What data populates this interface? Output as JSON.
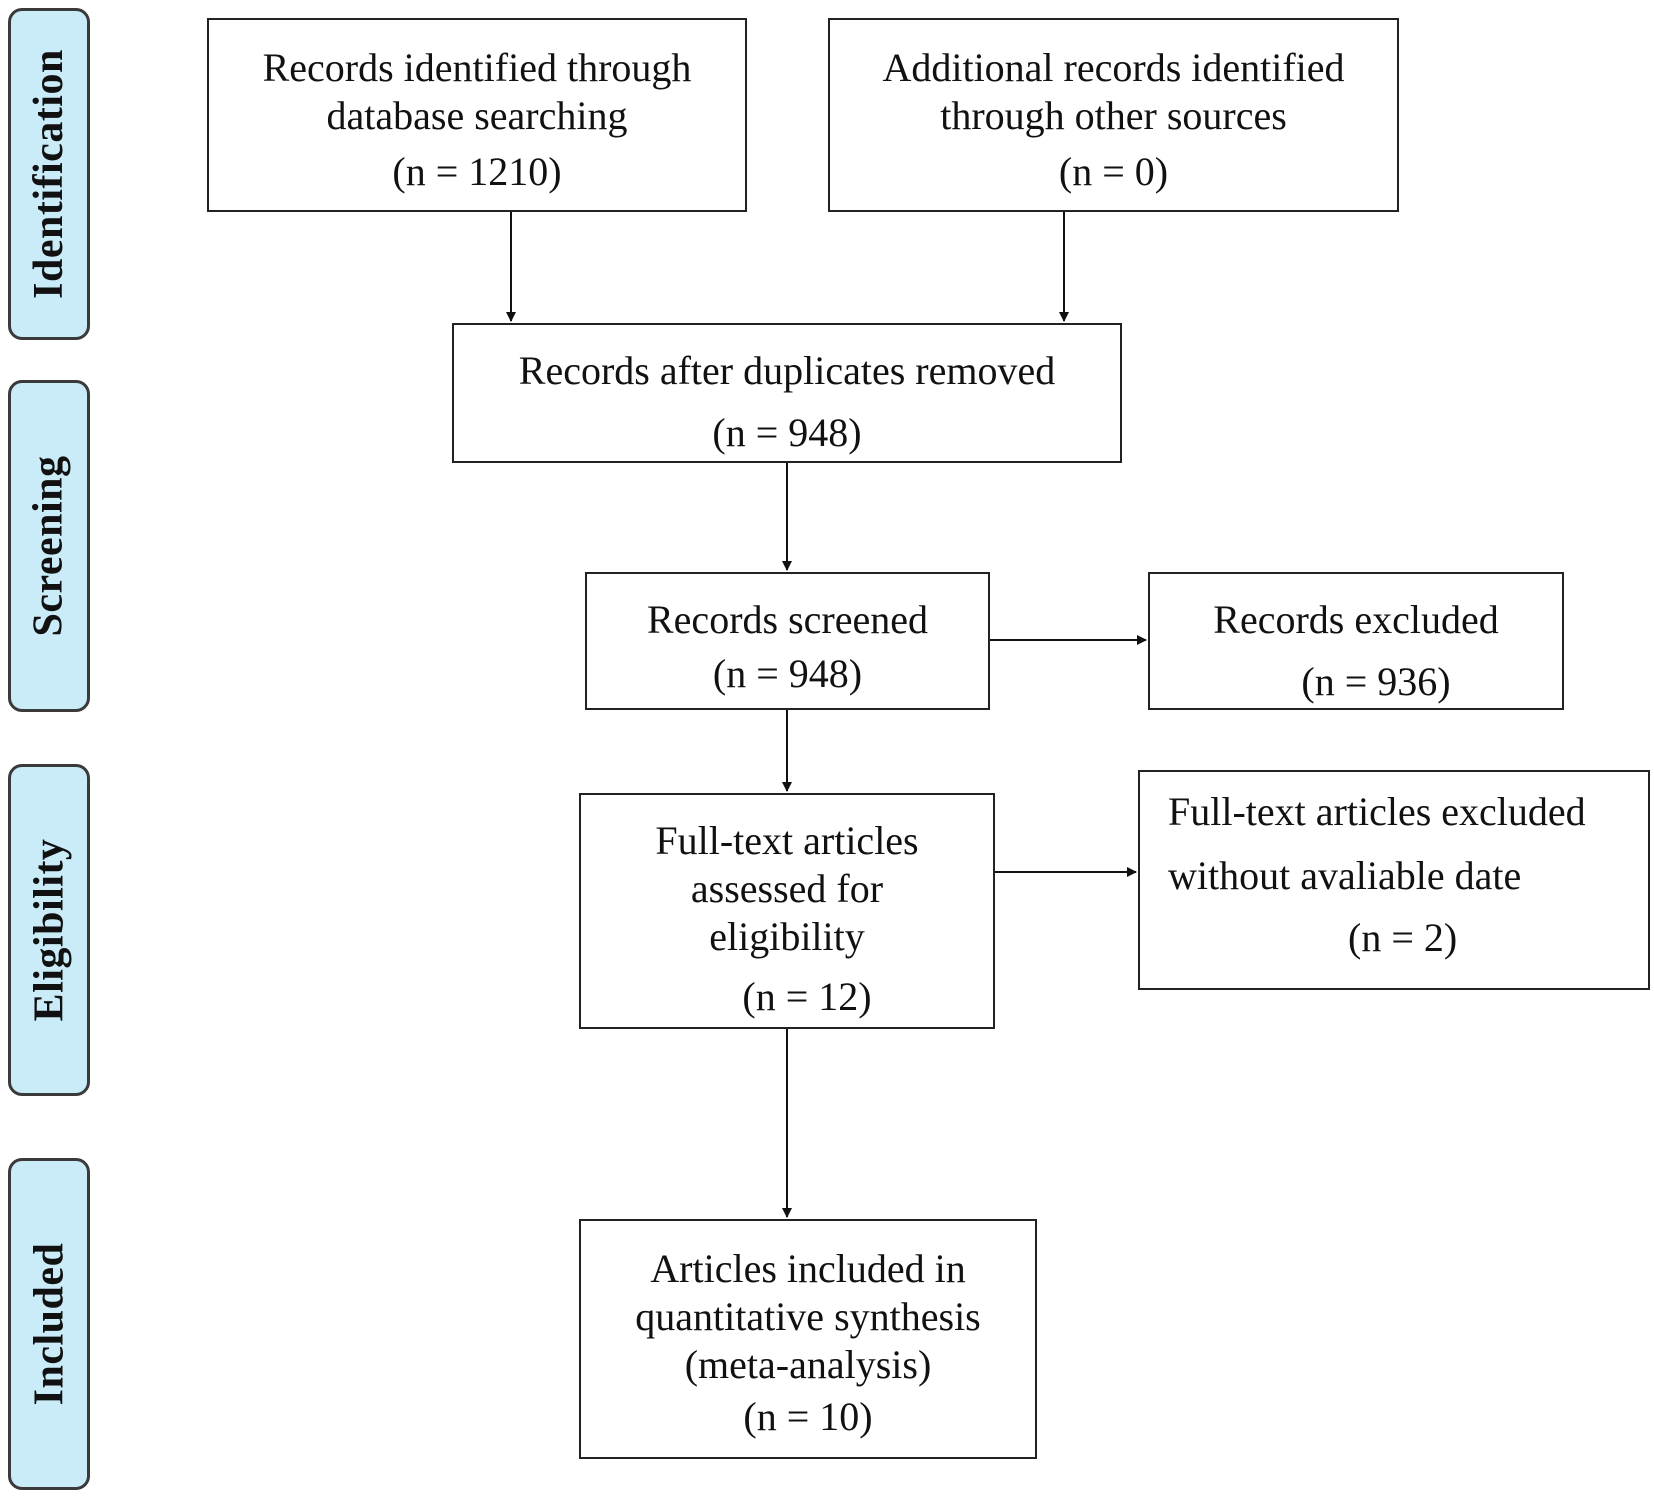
{
  "stages": {
    "identification": "Identification",
    "screening": "Screening",
    "eligibility": "Eligibility",
    "included": "Included"
  },
  "boxes": {
    "database_search": {
      "lines": [
        "Records identified through",
        "database searching"
      ],
      "count": "(n = 1210)"
    },
    "other_sources": {
      "lines": [
        "Additional records identified",
        "through other sources"
      ],
      "count": "(n = 0)"
    },
    "after_duplicates": {
      "lines": [
        "Records after duplicates removed"
      ],
      "count": "(n = 948)"
    },
    "screened": {
      "lines": [
        "Records screened"
      ],
      "count": "(n = 948)"
    },
    "excluded": {
      "lines": [
        "Records excluded"
      ],
      "count": "(n = 936)"
    },
    "fulltext_assessed": {
      "lines": [
        "Full-text articles",
        "assessed for",
        "eligibility"
      ],
      "count": "(n = 12)"
    },
    "fulltext_excluded": {
      "lines": [
        "Full-text articles excluded",
        "without avaliable date"
      ],
      "count": "(n = 2)"
    },
    "included": {
      "lines": [
        "Articles included in",
        "quantitative synthesis",
        "(meta-analysis)"
      ],
      "count": "(n = 10)"
    }
  }
}
